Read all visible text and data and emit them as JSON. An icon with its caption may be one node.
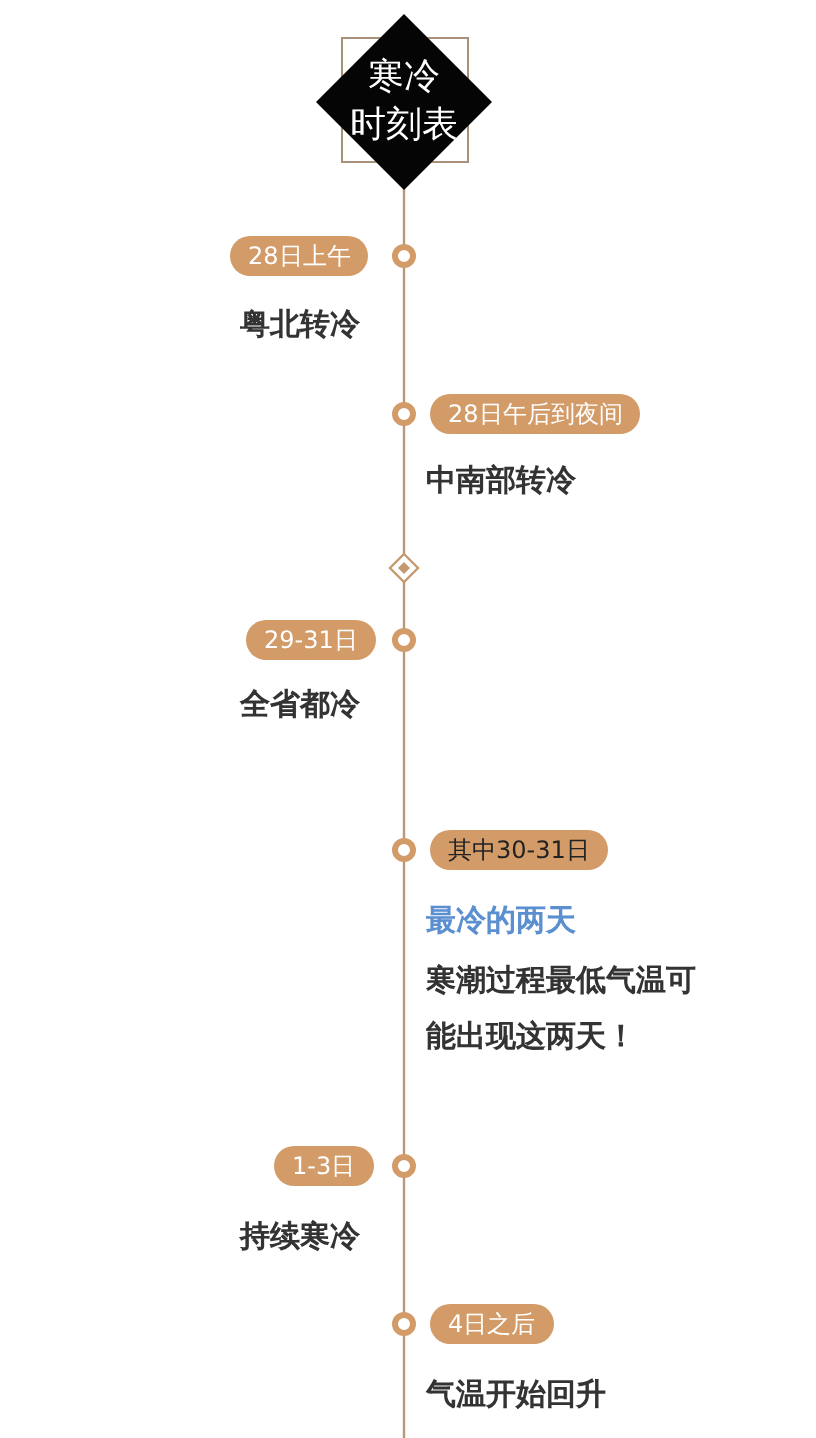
{
  "diagram": {
    "nodes": [
      {
        "text": [
          "寒冷时刻表"
        ]
      },
      {
        "text": [
          "28日上午"
        ],
        "beside": [
          "粤北转冷"
        ]
      },
      {
        "text": [
          "28日午后到夜间"
        ],
        "beside": [
          "中南部转冷"
        ]
      },
      {
        "text": [
          "29-31日"
        ],
        "beside": [
          "全省都冷"
        ]
      },
      {
        "text": [
          "其中30-31日"
        ],
        "beside": [
          "最冷的两天",
          "寒潮过程最低气温可能出现这两天！"
        ]
      },
      {
        "text": [
          "1-3日"
        ],
        "beside": [
          "持续寒冷"
        ]
      },
      {
        "text": [
          "4日之后"
        ],
        "beside": [
          "气温开始回升"
        ]
      }
    ]
  }
}
